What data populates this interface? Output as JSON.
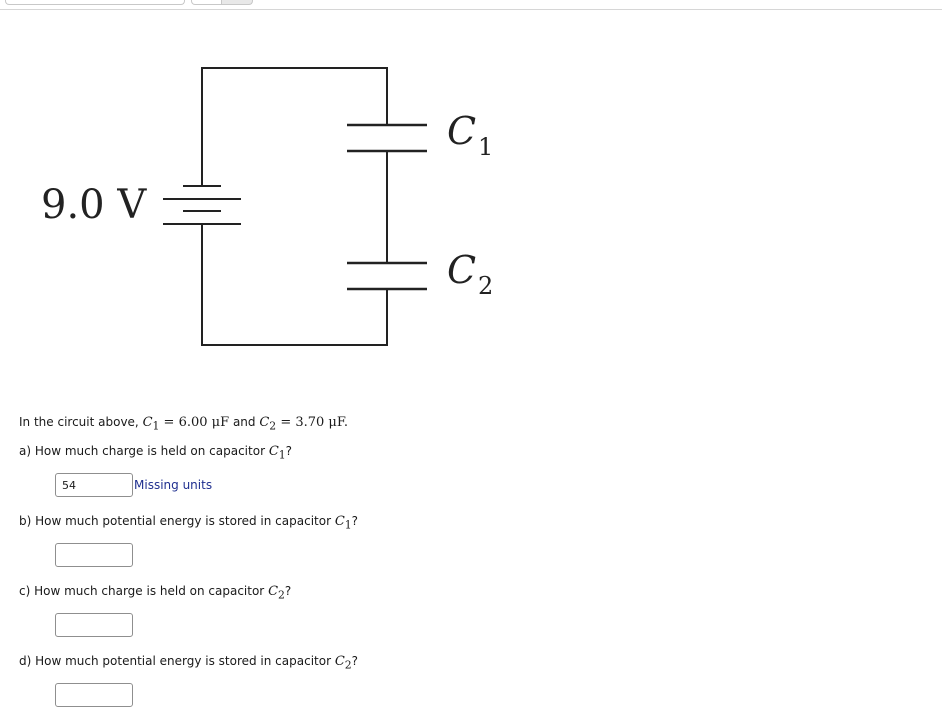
{
  "circuit": {
    "battery_label": "9.0 V",
    "c1_label": "C",
    "c1_sub": "1",
    "c2_label": "C",
    "c2_sub": "2"
  },
  "intro": {
    "prefix": "In the circuit above, ",
    "c1_symbol": "C",
    "c1_sub": "1",
    "c1_value": " = 6.00 μF",
    "and": " and ",
    "c2_symbol": "C",
    "c2_sub": "2",
    "c2_value": " = 3.70 μF."
  },
  "questions": [
    {
      "prefix": "a) How much charge is held on capacitor ",
      "symbol": "C",
      "sub": "1",
      "suffix": "?",
      "answer": "54",
      "feedback": "Missing units"
    },
    {
      "prefix": "b) How much potential energy is stored in capacitor ",
      "symbol": "C",
      "sub": "1",
      "suffix": "?",
      "answer": "",
      "feedback": ""
    },
    {
      "prefix": "c) How much charge is held on capacitor ",
      "symbol": "C",
      "sub": "2",
      "suffix": "?",
      "answer": "",
      "feedback": ""
    },
    {
      "prefix": "d) How much potential energy is stored in capacitor ",
      "symbol": "C",
      "sub": "2",
      "suffix": "?",
      "answer": "",
      "feedback": ""
    }
  ],
  "colors": {
    "feedback": "#1f2f8f",
    "wire": "#222222"
  }
}
